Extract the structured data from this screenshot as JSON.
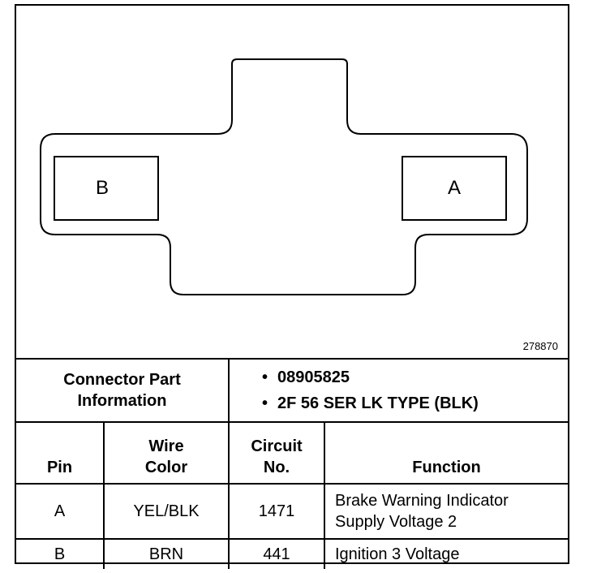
{
  "figure": {
    "figure_number": "278870",
    "cavities": [
      {
        "label": "B"
      },
      {
        "label": "A"
      }
    ]
  },
  "connector_info": {
    "label_line1": "Connector Part",
    "label_line2": "Information",
    "values": [
      "08905825",
      "2F 56 SER LK TYPE (BLK)"
    ]
  },
  "pin_table": {
    "headers": {
      "pin": "Pin",
      "wire_color_line1": "Wire",
      "wire_color_line2": "Color",
      "circuit_line1": "Circuit",
      "circuit_line2": "No.",
      "function": "Function"
    },
    "rows": [
      {
        "pin": "A",
        "wire_color": "YEL/BLK",
        "circuit": "1471",
        "function_line1": "Brake Warning Indicator",
        "function_line2": "Supply Voltage 2"
      },
      {
        "pin": "B",
        "wire_color": "BRN",
        "circuit": "441",
        "function_line1": "Ignition 3 Voltage",
        "function_line2": ""
      }
    ]
  }
}
